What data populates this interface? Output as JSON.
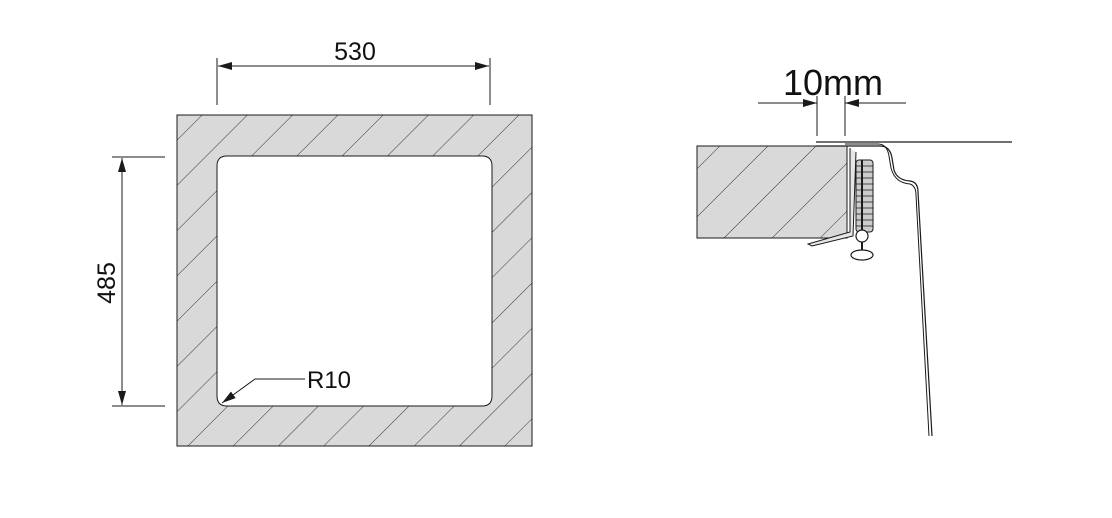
{
  "diagram": {
    "plan_view": {
      "width_label": "530",
      "height_label": "485",
      "radius_label": "R10"
    },
    "section_view": {
      "overlap_label": "10mm"
    },
    "colors": {
      "line": "#1a1a1a",
      "hatch_fill": "#d9d9d9",
      "background": "#ffffff"
    }
  }
}
